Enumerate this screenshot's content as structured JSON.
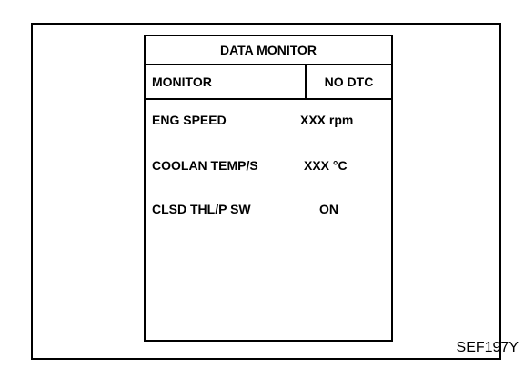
{
  "screen": {
    "title": "DATA MONITOR",
    "header": {
      "left": "MONITOR",
      "right": "NO DTC"
    },
    "rows": [
      {
        "name": "ENG SPEED",
        "value": "XXX rpm"
      },
      {
        "name": "COOLAN TEMP/S",
        "value": "XXX °C"
      },
      {
        "name": "CLSD THL/P SW",
        "value": "ON"
      }
    ]
  },
  "figure_ref": "SEF197Y"
}
